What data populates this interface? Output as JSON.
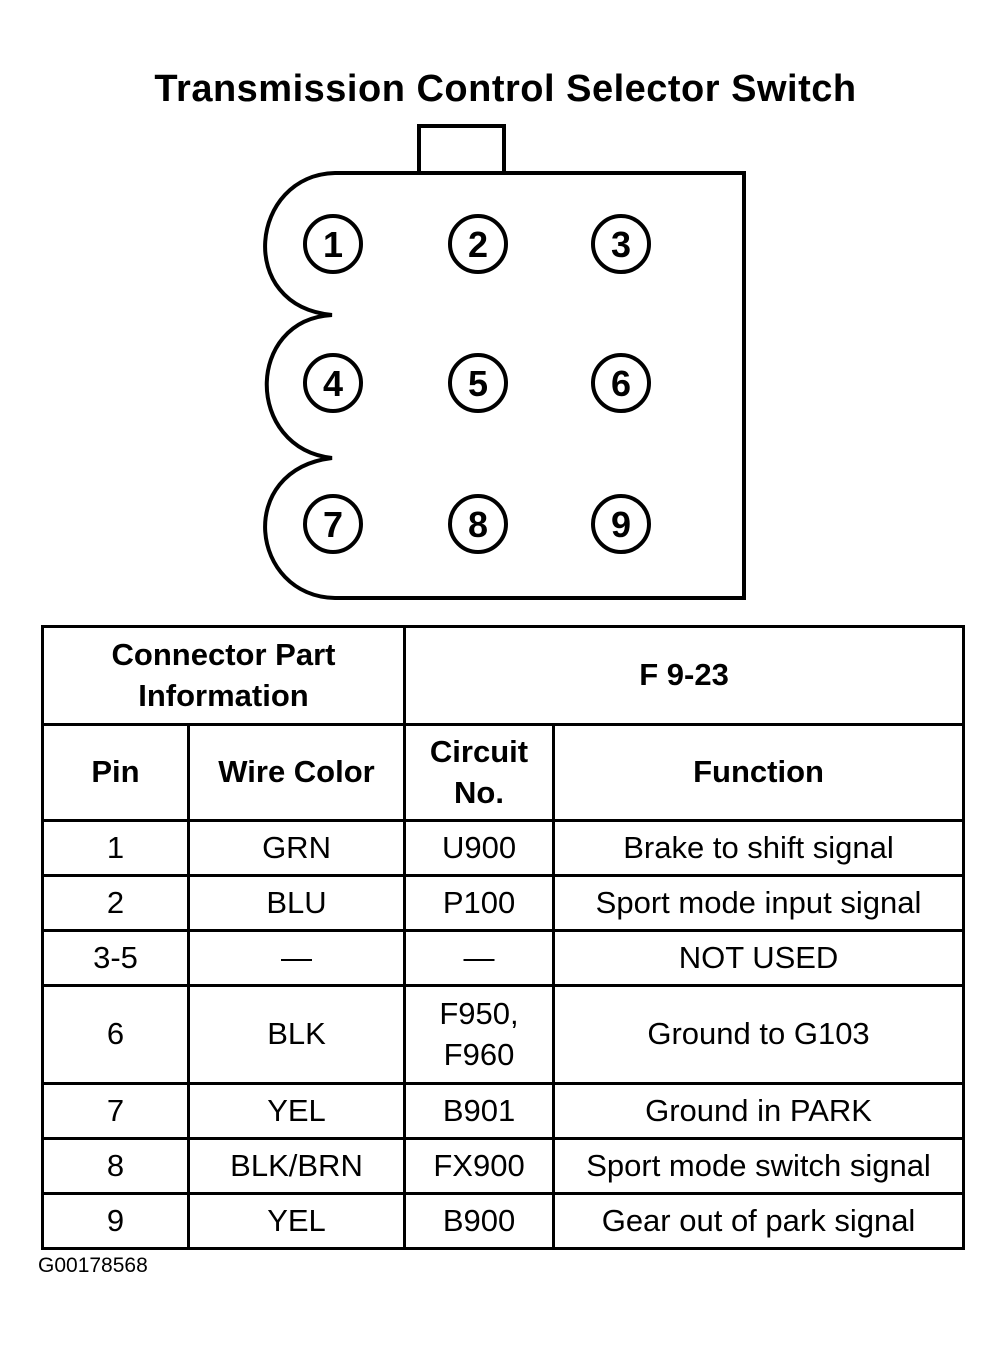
{
  "title": "Transmission Control Selector Switch",
  "connector": {
    "pins": [
      "1",
      "2",
      "3",
      "4",
      "5",
      "6",
      "7",
      "8",
      "9"
    ]
  },
  "table": {
    "part_info_label": "Connector Part Information",
    "part_info_value": "F 9-23",
    "headers": {
      "pin": "Pin",
      "wire_color": "Wire Color",
      "circuit_no": "Circuit No.",
      "function": "Function"
    },
    "rows": [
      {
        "pin": "1",
        "wire_color": "GRN",
        "circuit": "U900",
        "function": "Brake to shift signal"
      },
      {
        "pin": "2",
        "wire_color": "BLU",
        "circuit": "P100",
        "function": "Sport mode input signal"
      },
      {
        "pin": "3-5",
        "wire_color": "—",
        "circuit": "—",
        "function": "NOT USED"
      },
      {
        "pin": "6",
        "wire_color": "BLK",
        "circuit": "F950, F960",
        "function": "Ground to G103"
      },
      {
        "pin": "7",
        "wire_color": "YEL",
        "circuit": "B901",
        "function": "Ground in PARK"
      },
      {
        "pin": "8",
        "wire_color": "BLK/BRN",
        "circuit": "FX900",
        "function": "Sport mode switch signal"
      },
      {
        "pin": "9",
        "wire_color": "YEL",
        "circuit": "B900",
        "function": "Gear out of park signal"
      }
    ]
  },
  "figure_code": "G00178568"
}
